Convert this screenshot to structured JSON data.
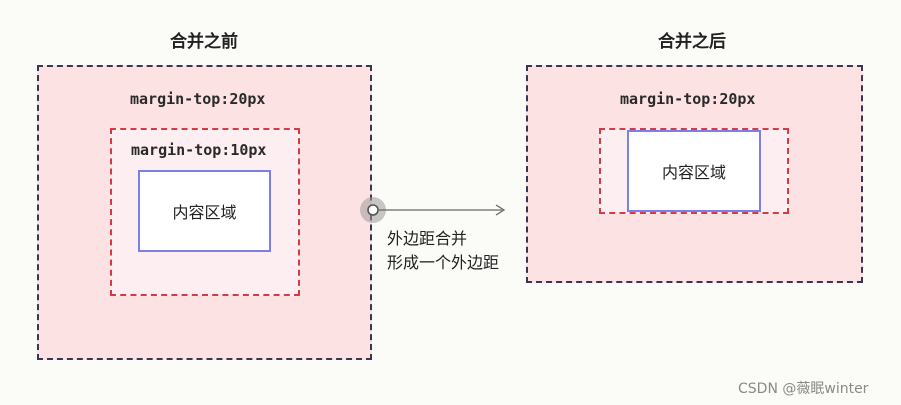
{
  "before": {
    "title": "合并之前",
    "outer_margin_label": "margin-top:20px",
    "inner_margin_label": "margin-top:10px",
    "content_label": "内容区域"
  },
  "after": {
    "title": "合并之后",
    "outer_margin_label": "margin-top:20px",
    "content_label": "内容区域"
  },
  "annotation": {
    "line1": "外边距合并",
    "line2": "形成一个外边距"
  },
  "watermark": "CSDN @薇眠winter",
  "colors": {
    "outer_fill": "#fde2e4",
    "outer_border": "#3a3550",
    "inner_fill": "#fdeff1",
    "inner_border": "#d63a44",
    "content_border": "#7d7ee8",
    "arrow": "#666666"
  }
}
